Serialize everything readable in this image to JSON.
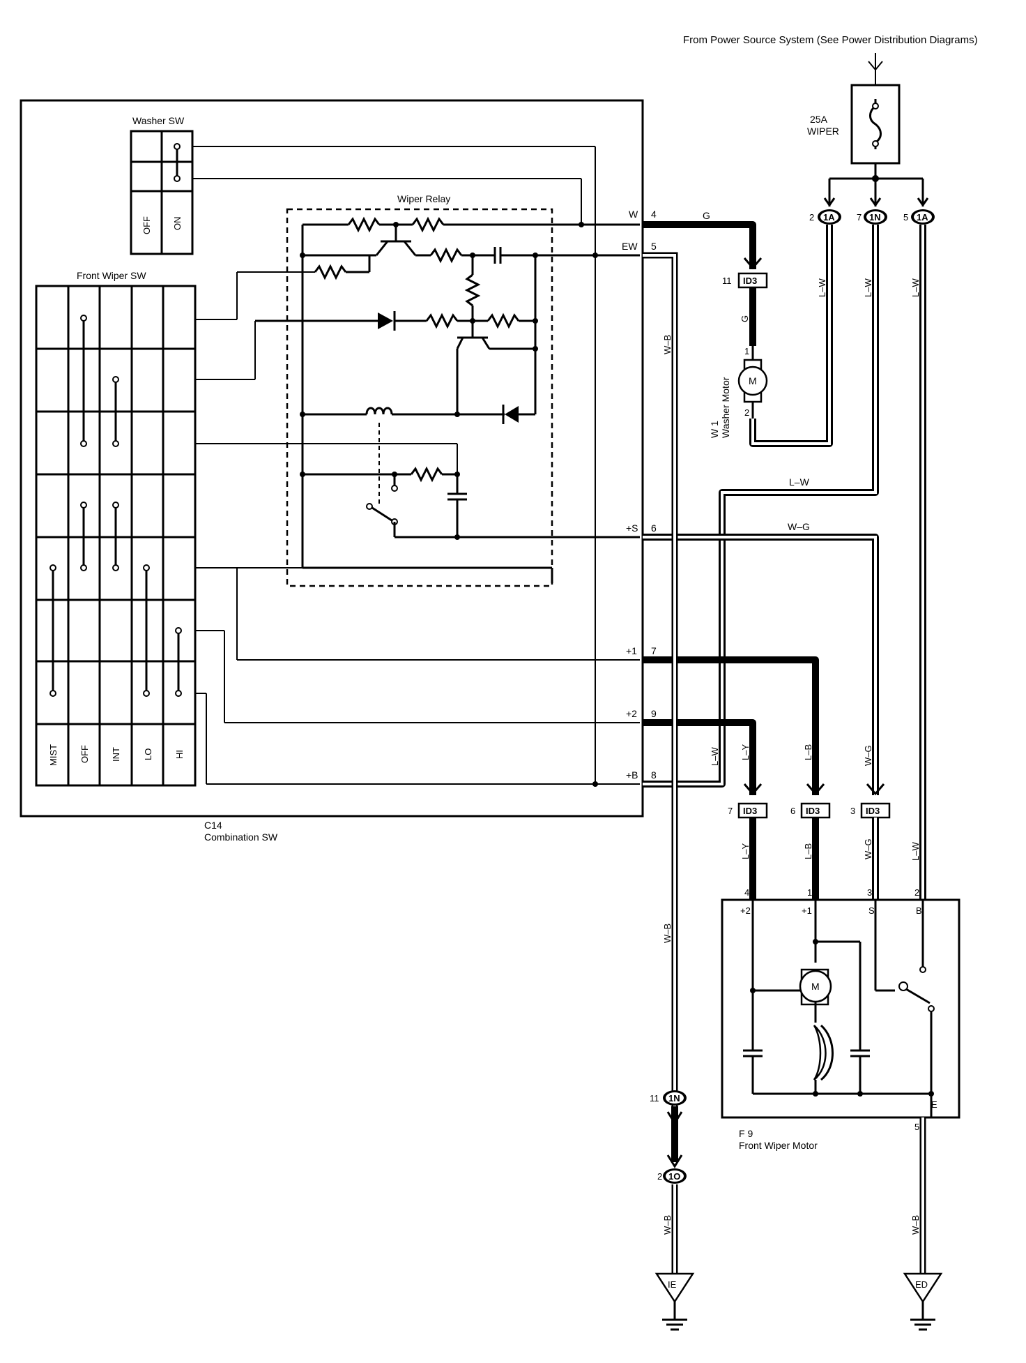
{
  "header": {
    "power_source_note": "From Power Source System (See Power Distribution Diagrams)"
  },
  "fuse": {
    "rating": "25A",
    "name": "WIPER"
  },
  "combination_switch": {
    "code": "C14",
    "name": "Combination SW",
    "washer_sw": {
      "title": "Washer SW",
      "positions": [
        "OFF",
        "ON"
      ]
    },
    "front_wiper_sw": {
      "title": "Front Wiper SW",
      "positions": [
        "MIST",
        "OFF",
        "INT",
        "LO",
        "HI"
      ]
    },
    "wiper_relay": {
      "title": "Wiper Relay"
    },
    "terminals": [
      {
        "name": "W",
        "pin": "4",
        "wire": "G"
      },
      {
        "name": "EW",
        "pin": "5",
        "wire": "W–B"
      },
      {
        "name": "+S",
        "pin": "6",
        "wire": "W–G"
      },
      {
        "name": "+1",
        "pin": "7",
        "wire": "L–B"
      },
      {
        "name": "+2",
        "pin": "9",
        "wire": "L–Y"
      },
      {
        "name": "+B",
        "pin": "8",
        "wire": "L–W"
      }
    ]
  },
  "junction_connectors": {
    "top": [
      {
        "pin": "2",
        "id": "1A"
      },
      {
        "pin": "7",
        "id": "1N"
      },
      {
        "pin": "5",
        "id": "1A"
      }
    ],
    "bottom": [
      {
        "pin": "11",
        "id": "1N"
      },
      {
        "pin": "2",
        "id": "1O"
      }
    ],
    "id3": [
      {
        "pin": "11",
        "id": "ID3"
      },
      {
        "pin": "7",
        "id": "ID3"
      },
      {
        "pin": "6",
        "id": "ID3"
      },
      {
        "pin": "3",
        "id": "ID3"
      }
    ]
  },
  "washer_motor": {
    "code": "W 1",
    "name": "Washer Motor",
    "symbol": "M",
    "pins": [
      "1",
      "2"
    ],
    "wire_in": "G"
  },
  "front_wiper_motor": {
    "code": "F 9",
    "name": "Front Wiper Motor",
    "symbol": "M",
    "terminals": [
      {
        "name": "+2",
        "pin": "4"
      },
      {
        "name": "+1",
        "pin": "1"
      },
      {
        "name": "S",
        "pin": "3"
      },
      {
        "name": "B",
        "pin": "2"
      },
      {
        "name": "E",
        "pin": "5"
      }
    ]
  },
  "wire_labels": {
    "lw": "L–W",
    "ly": "L–Y",
    "lb": "L–B",
    "wg": "W–G",
    "wb": "W–B",
    "g": "G"
  },
  "grounds": [
    "IE",
    "ED"
  ]
}
